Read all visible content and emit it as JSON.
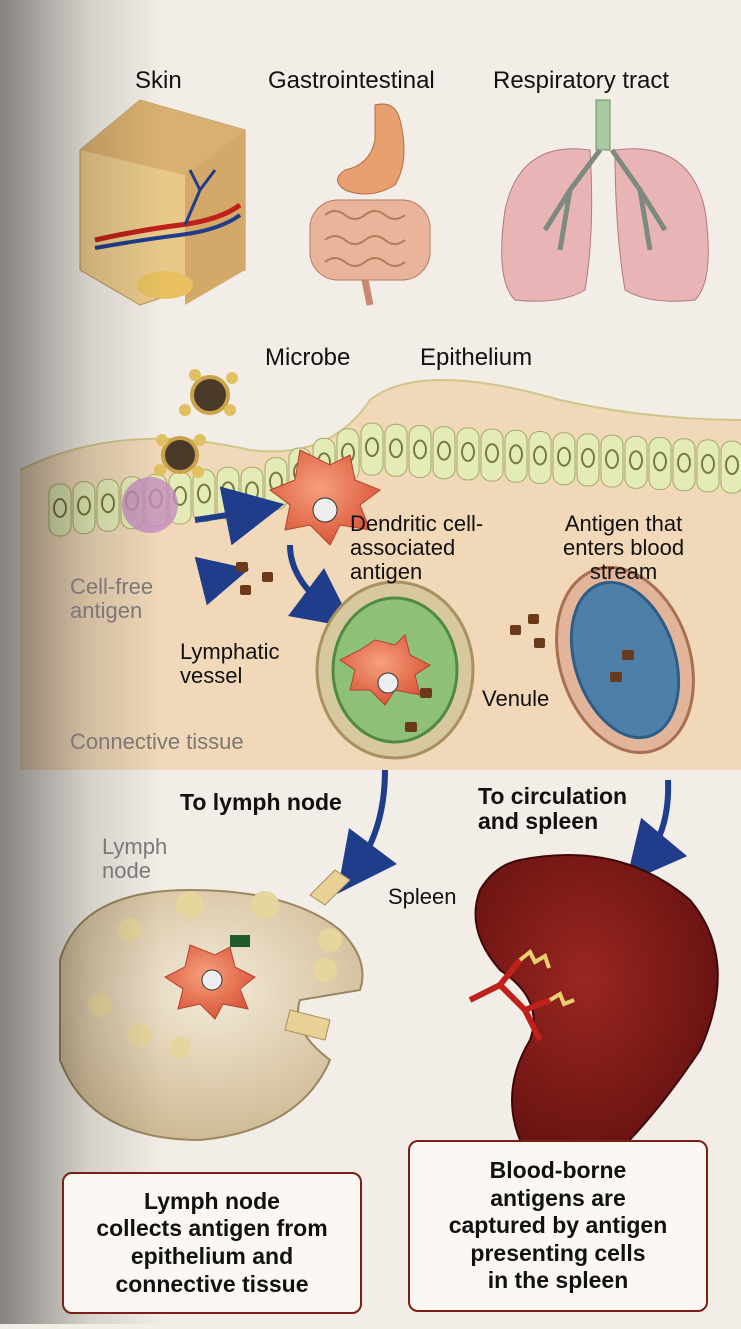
{
  "sites": {
    "skin": "Skin",
    "gi": "Gastrointestinal",
    "respiratory": "Respiratory tract"
  },
  "labels": {
    "microbe": "Microbe",
    "epithelium": "Epithelium",
    "dendritic": "Dendritic cell-\nassociated\nantigen",
    "blood_antigen": "Antigen that\nenters blood\nstream",
    "cell_free": "Cell-free\nantigen",
    "lymphatic": "Lymphatic\nvessel",
    "venule": "Venule",
    "connective": "Connective tissue",
    "to_lymph": "To lymph node",
    "to_circ": "To circulation\nand spleen",
    "lymph_node": "Lymph\nnode",
    "spleen": "Spleen"
  },
  "captions": {
    "lymph": "Lymph node\ncollects antigen from\nepithelium and\nconnective tissue",
    "spleen": "Blood-borne\nantigens are\ncaptured by antigen\npresenting cells\nin the spleen"
  },
  "colors": {
    "tissue": "#f0d8b8",
    "epithelium": "#dfe7b0",
    "spleen": "#7a1515",
    "lymph_vessel": "#7fb36a",
    "venule": "#4d7fa8",
    "dendritic_cell": "#e87050",
    "caption_border": "#7a1f14"
  }
}
